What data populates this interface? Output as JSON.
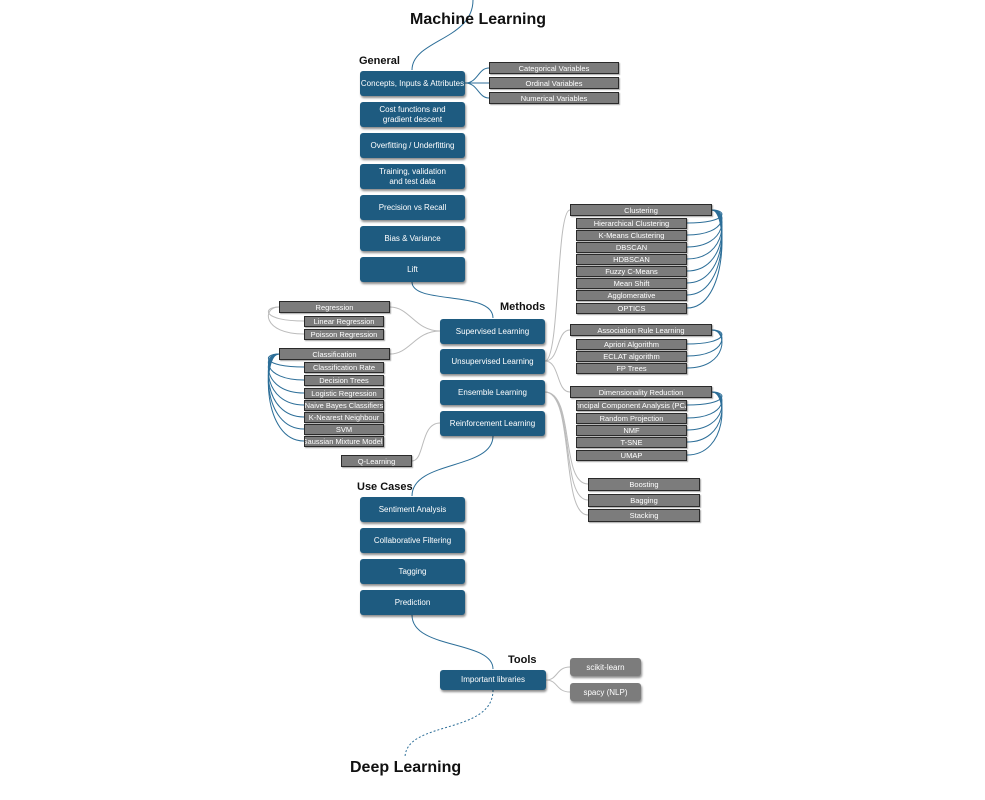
{
  "title": "Machine Learning",
  "next_topic": "Deep Learning",
  "colors": {
    "node": "#1e5b80",
    "leaf": "#7c7c7c",
    "link": "#2c6e98"
  },
  "general": {
    "heading": "General",
    "items": [
      "Concepts, Inputs & Attributes",
      "Cost functions and\ngradient descent",
      "Overfitting / Underfitting",
      "Training, validation\nand test data",
      "Precision vs Recall",
      "Bias & Variance",
      "Lift"
    ],
    "variables": [
      "Categorical Variables",
      "Ordinal Variables",
      "Numerical Variables"
    ]
  },
  "methods": {
    "heading": "Methods",
    "items": [
      "Supervised Learning",
      "Unsupervised Learning",
      "Ensemble Learning",
      "Reinforcement Learning"
    ],
    "supervised": {
      "regression": {
        "label": "Regression",
        "items": [
          "Linear Regression",
          "Poisson Regression"
        ]
      },
      "classification": {
        "label": "Classification",
        "items": [
          "Classification Rate",
          "Decision Trees",
          "Logistic Regression",
          "Naive Bayes Classifiers",
          "K-Nearest Neighbour",
          "SVM",
          "Gaussian Mixture Models"
        ]
      }
    },
    "unsupervised": {
      "clustering": {
        "label": "Clustering",
        "items": [
          "Hierarchical Clustering",
          "K-Means Clustering",
          "DBSCAN",
          "HDBSCAN",
          "Fuzzy C-Means",
          "Mean Shift",
          "Agglomerative",
          "OPTICS"
        ]
      },
      "association": {
        "label": "Association Rule Learning",
        "items": [
          "Apriori Algorithm",
          "ECLAT algorithm",
          "FP Trees"
        ]
      },
      "dimensionality": {
        "label": "Dimensionality Reduction",
        "items": [
          "Principal Component Analysis (PCA)",
          "Random Projection",
          "NMF",
          "T-SNE",
          "UMAP"
        ]
      }
    },
    "ensemble": [
      "Boosting",
      "Bagging",
      "Stacking"
    ],
    "reinforcement": [
      "Q-Learning"
    ]
  },
  "use_cases": {
    "heading": "Use Cases",
    "items": [
      "Sentiment Analysis",
      "Collaborative Filtering",
      "Tagging",
      "Prediction"
    ]
  },
  "tools": {
    "heading": "Tools",
    "item": "Important libraries",
    "libraries": [
      "scikit-learn",
      "spacy (NLP)"
    ]
  }
}
